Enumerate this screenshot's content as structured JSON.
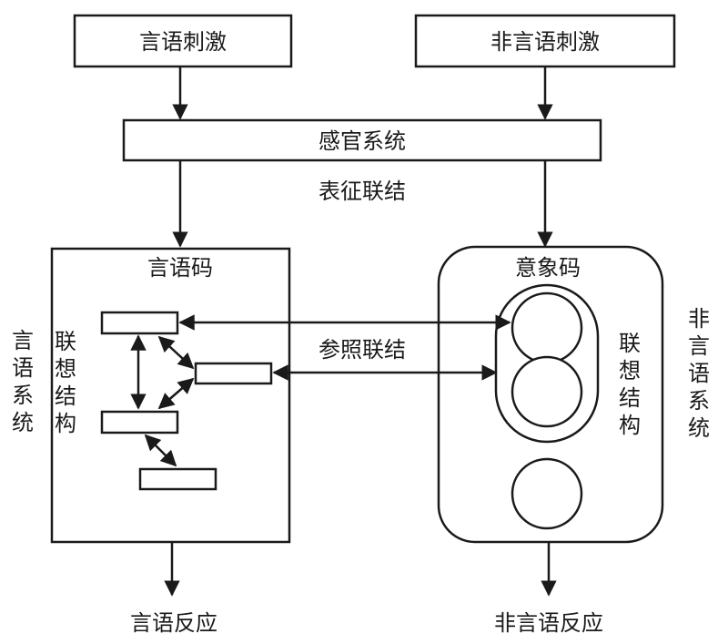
{
  "top": {
    "verbal_stimulus": "言语刺激",
    "nonverbal_stimulus": "非言语刺激"
  },
  "sensory_system": "感官系统",
  "representational_connections": "表征联结",
  "verbal_code": "言语码",
  "imagery_code": "意象码",
  "referential_connections": "参照联结",
  "left_assoc": [
    "联",
    "想",
    "结",
    "构"
  ],
  "right_assoc": [
    "联",
    "想",
    "结",
    "构"
  ],
  "verbal_system": [
    "言",
    "语",
    "系",
    "统"
  ],
  "nonverbal_system": [
    "非",
    "言",
    "语",
    "系",
    "统"
  ],
  "bottom": {
    "verbal_response": "言语反应",
    "nonverbal_response": "非言语反应"
  }
}
